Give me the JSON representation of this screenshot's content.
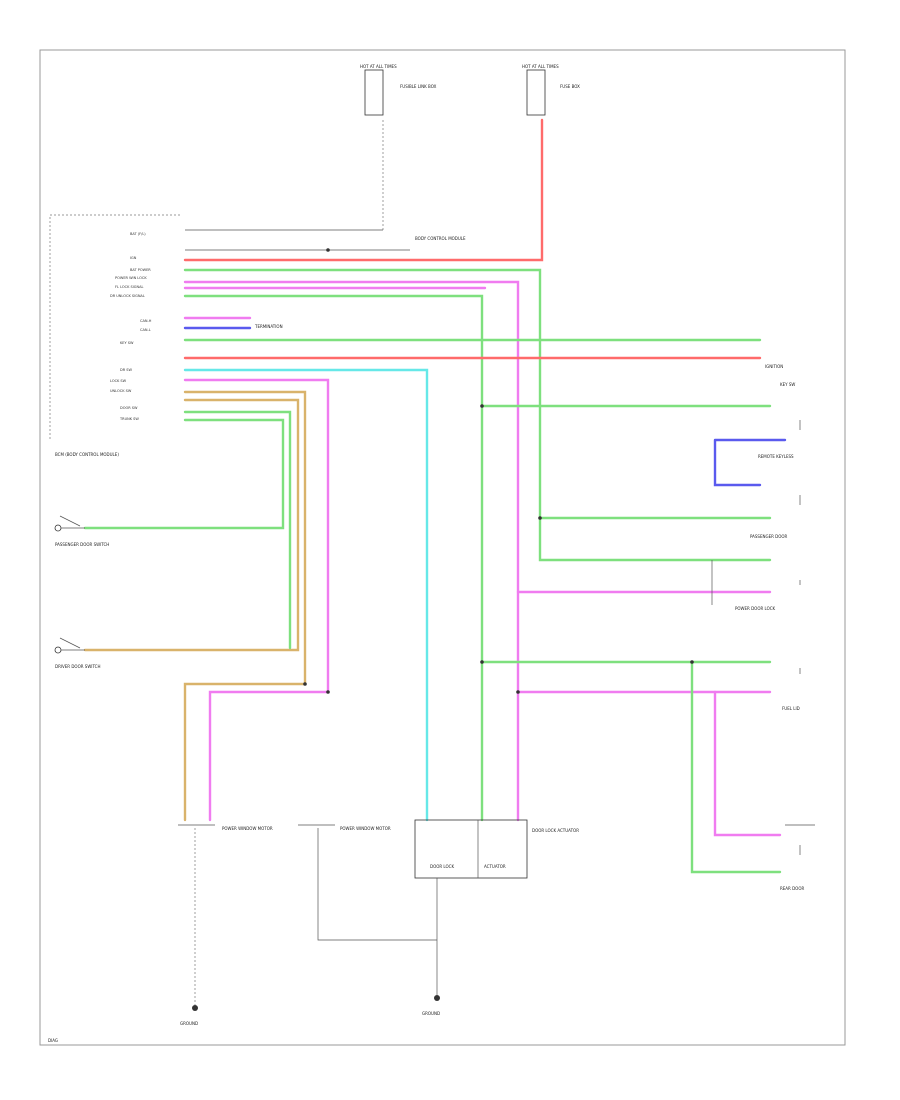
{
  "labels": {
    "hot_left_header": "HOT AT ALL TIMES",
    "hot_left_fuse": "FUSIBLE LINK BOX",
    "hot_right_header": "HOT AT ALL TIMES",
    "hot_right_fuse": "FUSE BOX",
    "bcm_name": "BCM (BODY CONTROL MODULE)",
    "bcm_pins": [
      "BAT (F/L)",
      "IGN",
      "BAT POWER",
      "POWER WIN LOCK",
      "FL LOCK SIGNAL",
      "DR UNLOCK SIGNAL",
      "CAN-H",
      "CAN-L",
      "KEY SW",
      "DR SW",
      "LOCK SW",
      "UNLOCK SW",
      "DOOR SW",
      "TRUNK SW"
    ],
    "left_top_note": "BODY CONTROL MODULE",
    "left_mid_note": "TERMINATION",
    "passenger_door_switch": "PASSENGER DOOR SWITCH",
    "driver_door_switch": "DRIVER DOOR SWITCH",
    "power_window_left": "POWER WINDOW MOTOR",
    "power_window_mid": "POWER WINDOW MOTOR",
    "actuator_box": "DOOR LOCK ACTUATOR",
    "actuator_inner_left": "DOOR LOCK",
    "actuator_inner_right": "ACTUATOR",
    "right_ign": "IGNITION",
    "right_key": "KEY SW",
    "right_remote": "REMOTE KEYLESS",
    "right_passenger": "PASSENGER DOOR",
    "right_power": "POWER DOOR LOCK",
    "right_fuel": "FUEL LID",
    "right_rear": "REAR DOOR",
    "ground_left": "GROUND",
    "ground_center": "GROUND",
    "footer": "DIAG"
  },
  "colors": {
    "red": "#ff6b6b",
    "green": "#7ee07e",
    "magenta": "#f07cf0",
    "cyan": "#66e8e8",
    "blue": "#5a5aee",
    "tan": "#d9b36b",
    "gray": "#777777",
    "black": "#333333"
  }
}
